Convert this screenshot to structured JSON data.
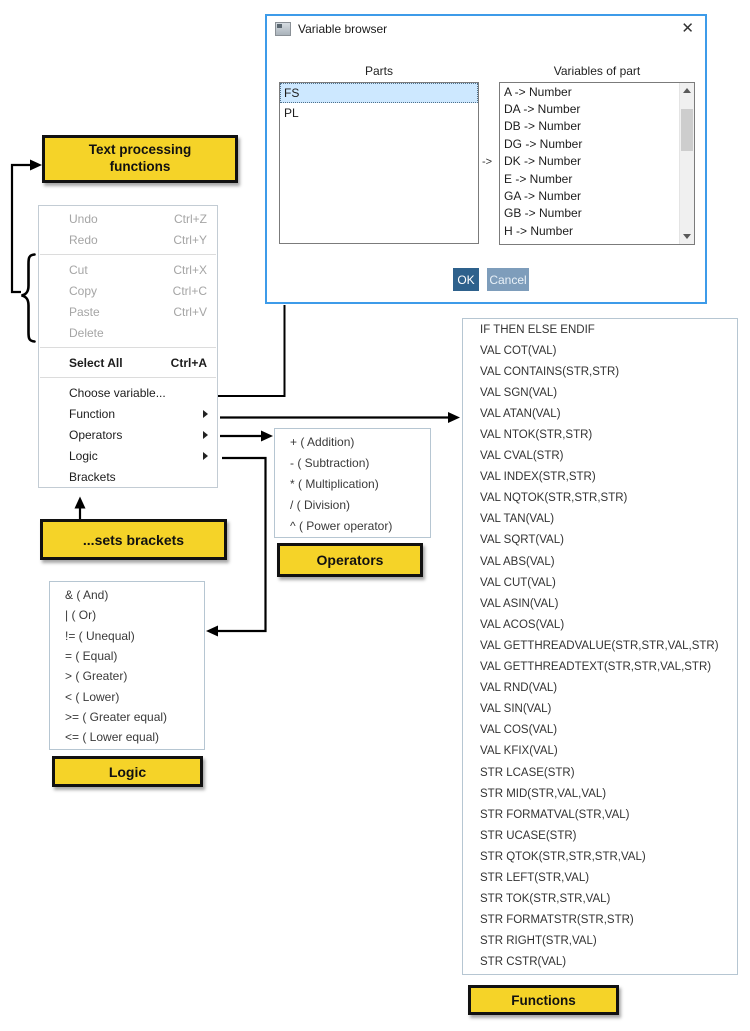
{
  "colors": {
    "yellow": "#F5D328",
    "dialog_border": "#3D9BE9",
    "ok_bg": "#2E618C",
    "cancel_bg": "#7E9DBB",
    "selection_bg": "#CDE8FF"
  },
  "dialog": {
    "title": "Variable browser",
    "close_glyph": "✕",
    "parts_header": "Parts",
    "variables_header": "Variables of part",
    "transfer_symbol": "->",
    "parts": [
      {
        "label": "FS",
        "state": "selected"
      },
      {
        "label": "PL"
      }
    ],
    "variables": [
      "A -> Number",
      "DA -> Number",
      "DB -> Number",
      "DG -> Number",
      "DK -> Number",
      "E -> Number",
      "GA -> Number",
      "GB -> Number",
      "H -> Number"
    ],
    "buttons": {
      "ok": "OK",
      "cancel": "Cancel"
    }
  },
  "annotations": {
    "text_processing": "Text processing\nfunctions",
    "sets_brackets": "...sets brackets",
    "operators": "Operators",
    "logic": "Logic",
    "functions": "Functions"
  },
  "context_menu": {
    "items": [
      {
        "label": "Undo",
        "shortcut": "Ctrl+Z",
        "state": "disabled"
      },
      {
        "label": "Redo",
        "shortcut": "Ctrl+Y",
        "state": "disabled"
      },
      {
        "type": "separator"
      },
      {
        "label": "Cut",
        "shortcut": "Ctrl+X",
        "state": "disabled"
      },
      {
        "label": "Copy",
        "shortcut": "Ctrl+C",
        "state": "disabled"
      },
      {
        "label": "Paste",
        "shortcut": "Ctrl+V",
        "state": "disabled"
      },
      {
        "label": "Delete",
        "state": "disabled"
      },
      {
        "type": "separator"
      },
      {
        "label": "Select All",
        "shortcut": "Ctrl+A",
        "state": "bold"
      },
      {
        "type": "separator"
      },
      {
        "label": "Choose variable..."
      },
      {
        "label": "Function",
        "submenu": true
      },
      {
        "label": "Operators",
        "submenu": true
      },
      {
        "label": "Logic",
        "submenu": true
      },
      {
        "label": "Brackets"
      }
    ]
  },
  "operators_menu": {
    "items": [
      "+ ( Addition)",
      "- ( Subtraction)",
      "* ( Multiplication)",
      "/ ( Division)",
      "^ ( Power operator)"
    ]
  },
  "logic_menu": {
    "items": [
      "& ( And)",
      "| ( Or)",
      "!= ( Unequal)",
      "= ( Equal)",
      "> ( Greater)",
      "< ( Lower)",
      ">= ( Greater equal)",
      "<= ( Lower equal)"
    ]
  },
  "functions_list": {
    "items": [
      "IF THEN ELSE ENDIF",
      "VAL COT(VAL)",
      "VAL CONTAINS(STR,STR)",
      "VAL SGN(VAL)",
      "VAL ATAN(VAL)",
      "VAL NTOK(STR,STR)",
      "VAL CVAL(STR)",
      "VAL INDEX(STR,STR)",
      "VAL NQTOK(STR,STR,STR)",
      "VAL TAN(VAL)",
      "VAL SQRT(VAL)",
      "VAL ABS(VAL)",
      "VAL CUT(VAL)",
      "VAL ASIN(VAL)",
      "VAL ACOS(VAL)",
      "VAL GETTHREADVALUE(STR,STR,VAL,STR)",
      "VAL GETTHREADTEXT(STR,STR,VAL,STR)",
      "VAL RND(VAL)",
      "VAL SIN(VAL)",
      "VAL COS(VAL)",
      "VAL KFIX(VAL)",
      "STR LCASE(STR)",
      "STR MID(STR,VAL,VAL)",
      "STR FORMATVAL(STR,VAL)",
      "STR UCASE(STR)",
      "STR QTOK(STR,STR,STR,VAL)",
      "STR LEFT(STR,VAL)",
      "STR TOK(STR,STR,VAL)",
      "STR FORMATSTR(STR,STR)",
      "STR RIGHT(STR,VAL)",
      "STR CSTR(VAL)"
    ]
  }
}
